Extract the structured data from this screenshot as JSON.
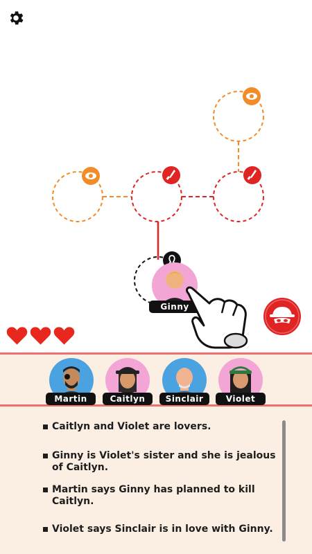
{
  "suspects": [
    {
      "name": "Martin",
      "accent": "#4aa3e0"
    },
    {
      "name": "Caitlyn",
      "accent": "#f3a6d6"
    },
    {
      "name": "Sinclair",
      "accent": "#4aa3e0"
    },
    {
      "name": "Violet",
      "accent": "#f3a6d6"
    }
  ],
  "active_character": {
    "name": "Ginny"
  },
  "lives": 3,
  "clues": [
    "Caitlyn and Violet are lovers.",
    "Ginny is Violet's sister and she is jealous of Caitlyn.",
    "Martin says Ginny has planned to kill Caitlyn.",
    "Violet says Sinclair is in love with Ginny."
  ],
  "icons": {
    "settings": "gear-icon",
    "watch": "eye-icon",
    "kill": "knife-icon",
    "victim": "ribbon-icon",
    "hint": "detective-icon",
    "life": "heart-icon",
    "tutorial": "pointing-hand-icon"
  },
  "colors": {
    "watch_line": "#f28c28",
    "kill_line": "#e02424",
    "victim_line": "#111111",
    "panel_border": "#ef6f6f",
    "panel_bg": "#fbefe4",
    "heart": "#e8271e"
  }
}
